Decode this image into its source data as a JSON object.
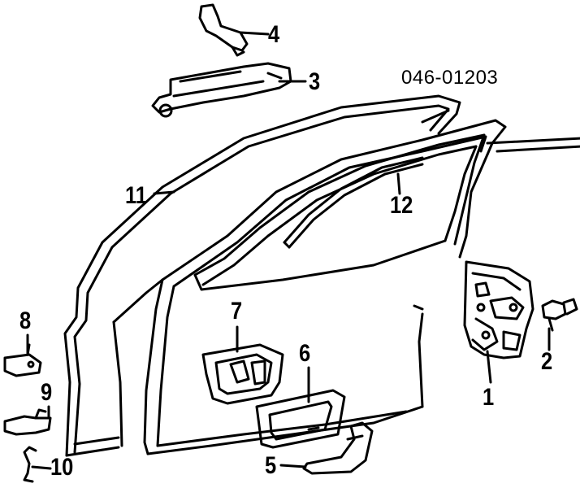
{
  "diagram": {
    "part_number": "046-01203",
    "callouts": [
      "1",
      "2",
      "3",
      "4",
      "5",
      "6",
      "7",
      "8",
      "9",
      "10",
      "11",
      "12"
    ]
  }
}
